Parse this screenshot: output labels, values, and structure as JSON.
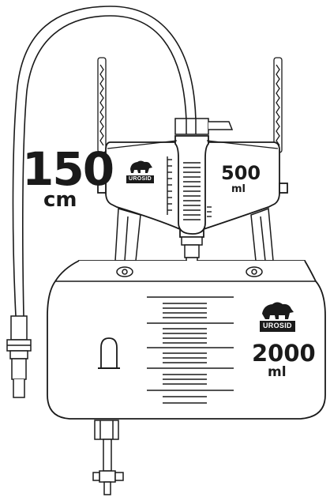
{
  "tubing": {
    "length_value": "150",
    "length_unit": "cm"
  },
  "small_chamber": {
    "volume_value": "500",
    "volume_unit": "ml",
    "brand": "UROSID"
  },
  "large_bag": {
    "volume_value": "2000",
    "volume_unit": "ml",
    "brand": "UROSID"
  },
  "icons": [
    "bear-logo-icon",
    "bear-logo-icon"
  ],
  "colors": {
    "stroke": "#1a1a1a",
    "fill": "#ffffff",
    "text": "#1a1a1a"
  }
}
